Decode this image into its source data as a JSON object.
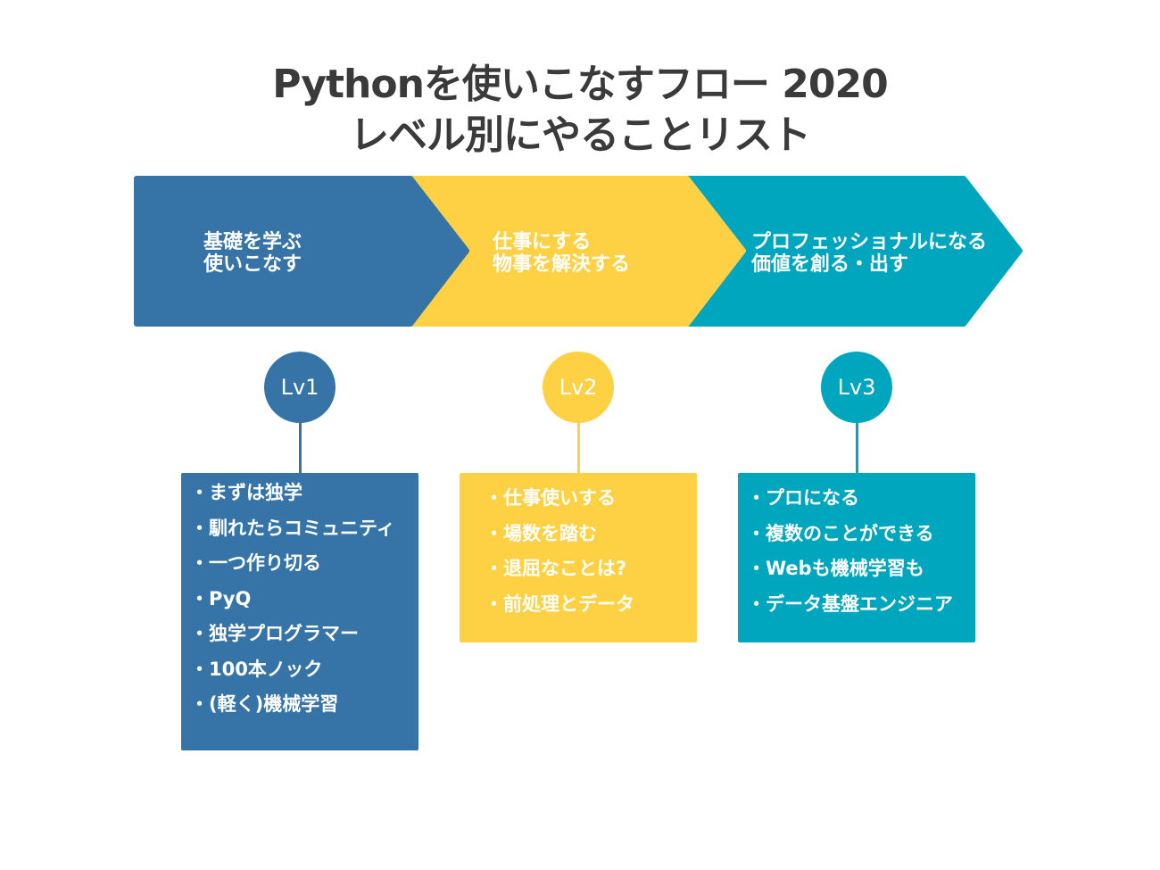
{
  "title": {
    "line1": "Pythonを使いこなすフロー 2020",
    "line2": "レベル別にやることリスト"
  },
  "colors": {
    "level1": "#3674A8",
    "level2": "#FDD143",
    "level3": "#00A6BD"
  },
  "stages": [
    {
      "line1": "基礎を学ぶ",
      "line2": "使いこなす",
      "level": "Lv1",
      "items": [
        "・まずは独学",
        "・馴れたらコミュニティ",
        "・一つ作り切る",
        "・PyQ",
        "・独学プログラマー",
        "・100本ノック",
        "・(軽く)機械学習"
      ]
    },
    {
      "line1": "仕事にする",
      "line2": "物事を解決する",
      "level": "Lv2",
      "items": [
        "・仕事使いする",
        "・場数を踏む",
        "・退屈なことは?",
        "・前処理とデータ"
      ]
    },
    {
      "line1": "プロフェッショナルになる",
      "line2": "価値を創る・出す",
      "level": "Lv3",
      "items": [
        "・プロになる",
        "・複数のことができる",
        "・Webも機械学習も",
        "・データ基盤エンジニア"
      ]
    }
  ]
}
